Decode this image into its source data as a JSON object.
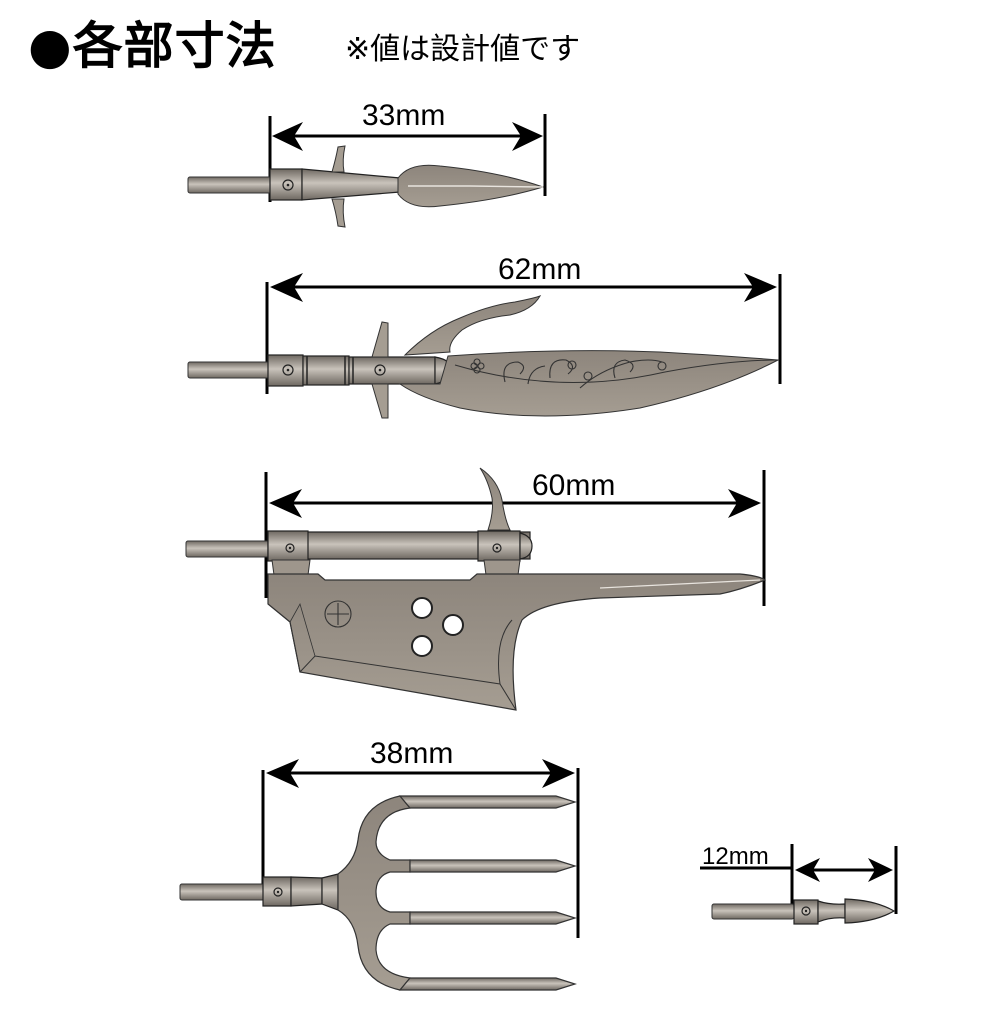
{
  "header": {
    "bullet": "●",
    "title": "各部寸法",
    "note": "※値は設計値です"
  },
  "parts": [
    {
      "id": "spear-head",
      "value": "33",
      "unit": "mm",
      "label": "33mm"
    },
    {
      "id": "curved-blade",
      "value": "62",
      "unit": "mm",
      "label": "62mm"
    },
    {
      "id": "axe-blade",
      "value": "60",
      "unit": "mm",
      "label": "60mm"
    },
    {
      "id": "trident-fork",
      "value": "38",
      "unit": "mm",
      "label": "38mm"
    },
    {
      "id": "small-tip",
      "value": "12",
      "unit": "mm",
      "label": "12mm"
    }
  ],
  "colors": {
    "metal": "#9a9289",
    "metal_dark": "#6e6861",
    "metal_light": "#c9c3bb",
    "outline": "#2b2b2b",
    "dimension": "#000000"
  }
}
